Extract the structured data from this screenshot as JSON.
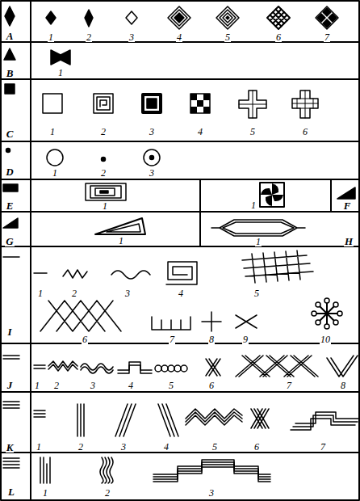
{
  "diagram": {
    "labels": [
      "A",
      "1",
      "2",
      "3",
      "4",
      "5",
      "6",
      "7",
      "B",
      "1",
      "C",
      "1",
      "2",
      "3",
      "4",
      "5",
      "6",
      "D",
      "1",
      "2",
      "3",
      "E",
      "1",
      "1",
      "F",
      "G",
      "1",
      "1",
      "H",
      "I",
      "1",
      "2",
      "3",
      "4",
      "5",
      "6",
      "7",
      "8",
      "9",
      "10",
      "J",
      "1",
      "2",
      "3",
      "4",
      "5",
      "6",
      "7",
      "8",
      "K",
      "1",
      "2",
      "3",
      "4",
      "5",
      "6",
      "7",
      "L",
      "1",
      "2",
      "3"
    ]
  }
}
